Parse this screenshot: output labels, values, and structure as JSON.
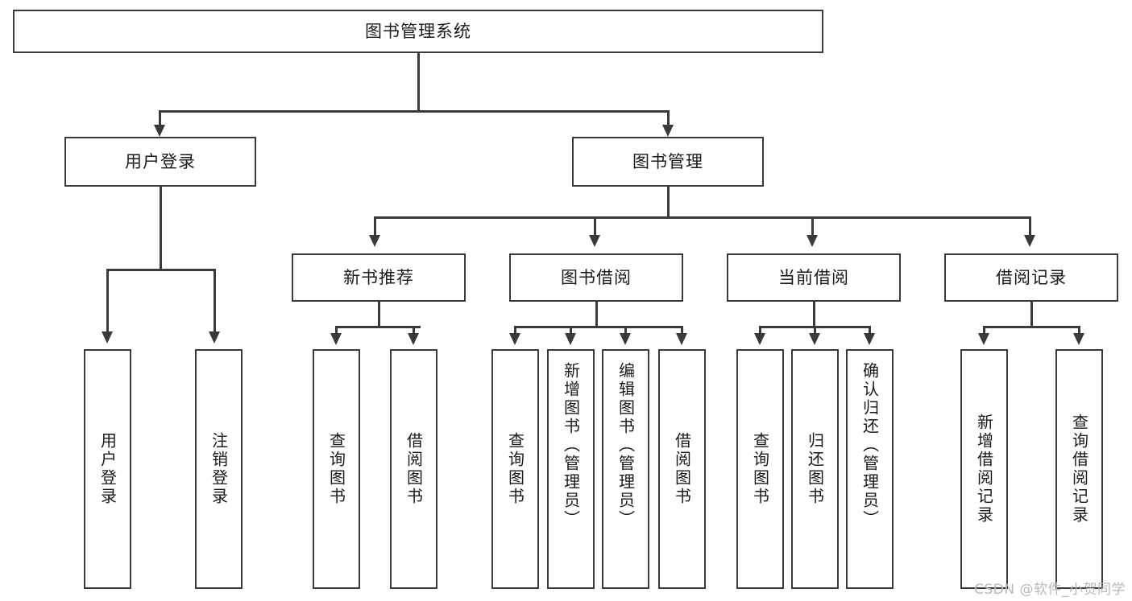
{
  "diagram": {
    "title": "图书管理系统",
    "root": {
      "label": "图书管理系统"
    },
    "level2": [
      {
        "label": "用户登录"
      },
      {
        "label": "图书管理"
      }
    ],
    "level3": [
      {
        "label": "新书推荐"
      },
      {
        "label": "图书借阅"
      },
      {
        "label": "当前借阅"
      },
      {
        "label": "借阅记录"
      }
    ],
    "leaves": {
      "user_login": [
        {
          "label": "用户登录"
        },
        {
          "label": "注销登录"
        }
      ],
      "new_book_recommend": [
        {
          "label": "查询图书"
        },
        {
          "label": "借阅图书"
        }
      ],
      "book_borrow": [
        {
          "label": "查询图书"
        },
        {
          "label": "新增图书（管理员）"
        },
        {
          "label": "编辑图书（管理员）"
        },
        {
          "label": "借阅图书"
        }
      ],
      "current_borrow": [
        {
          "label": "查询图书"
        },
        {
          "label": "归还图书"
        },
        {
          "label": "确认归还（管理员）"
        }
      ],
      "borrow_records": [
        {
          "label": "新增借阅记录"
        },
        {
          "label": "查询借阅记录"
        }
      ]
    }
  },
  "watermark": {
    "text": "CSDN @软件_小贺同学"
  },
  "colors": {
    "stroke": "#3a3a3a",
    "text": "#1a1a1a",
    "background": "#ffffff",
    "watermark": "#b9b9b9"
  }
}
